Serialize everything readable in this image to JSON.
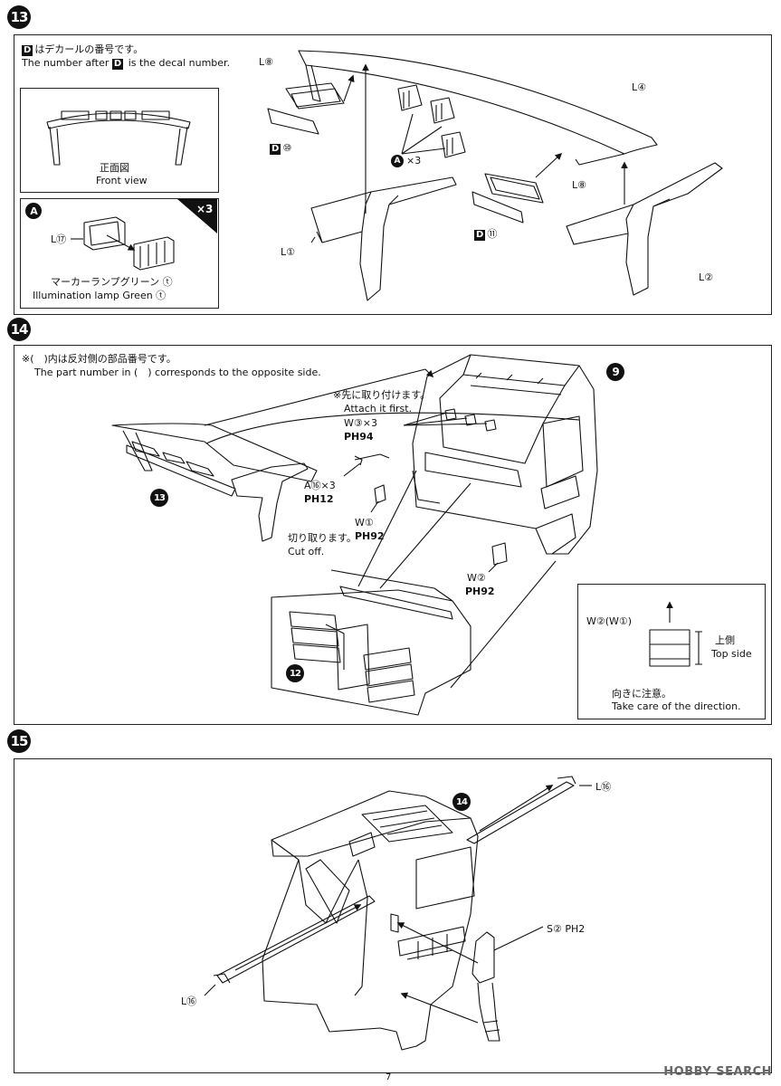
{
  "steps": {
    "s13": {
      "number": "13",
      "note_jp": "はデカールの番号です。",
      "note_d": "D",
      "note_en_prefix": "The number after",
      "note_en_suffix": "is the decal number.",
      "front_view_jp": "正面図",
      "front_view_en": "Front view",
      "sub_a_label": "A",
      "sub_a_times": "×3",
      "sub_a_part": "L⑰",
      "lamp_jp": "マーカーランプグリーン ⓣ",
      "lamp_en": "Illumination lamp Green ⓣ",
      "labels": {
        "l8_top": "L⑧",
        "l4": "L④",
        "d10": "⑩",
        "a_x3": "×3",
        "a_badge": "A",
        "l8_right": "L⑧",
        "d11": "⑪",
        "l1": "L①",
        "l2": "L②"
      }
    },
    "s14": {
      "number": "14",
      "note_jp": "※(　)内は反対側の部品番号です。",
      "note_en": "The part number in (　) corresponds to the opposite side.",
      "attach_jp": "※先に取り付けます。",
      "attach_en": "Attach it first.",
      "w3": "W③×3",
      "ph94": "PH94",
      "a16": "A⑯×3",
      "ph12": "PH12",
      "w1": "W①",
      "ph92a": "PH92",
      "cut_jp": "切り取ります。",
      "cut_en": "Cut off.",
      "w2": "W②",
      "ph92b": "PH92",
      "ref9": "9",
      "ref13": "13",
      "ref12": "12",
      "inset_label": "W②(W①)",
      "top_jp": "上側",
      "top_en": "Top side",
      "dir_jp": "向きに注意。",
      "dir_en": "Take care of the direction."
    },
    "s15": {
      "number": "15",
      "l16_top": "L⑯",
      "l16_bottom": "L⑯",
      "s2": "S② PH2",
      "ref14": "14"
    }
  },
  "footer": {
    "page": "7",
    "logo": "HOBBY SEARCH"
  }
}
